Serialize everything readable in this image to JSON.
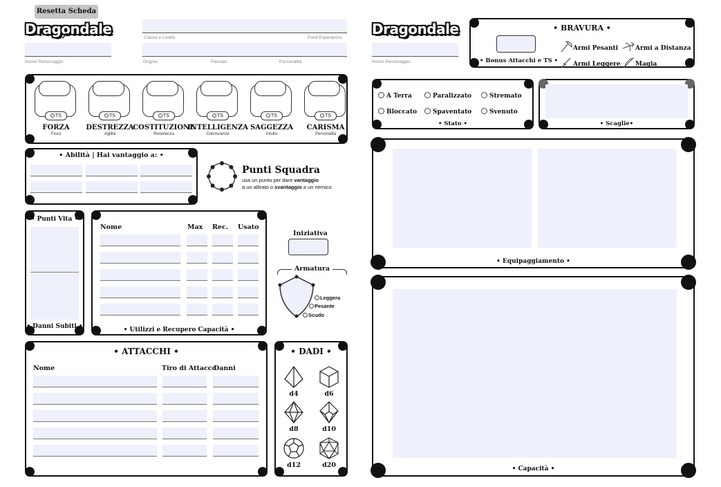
{
  "toolbar": {
    "reset_label": "Resetta Scheda"
  },
  "brand": {
    "logo_text": "Dragondale"
  },
  "header": {
    "char_name_label": "Nome Personaggio",
    "class_level_label": "Classe e Livello",
    "xp_label": "Punti Esperienza",
    "origin_label": "Origine",
    "past_label": "Passato",
    "personality_label": "Personalità"
  },
  "abilities": [
    {
      "name": "FORZA",
      "sub": "Fisco",
      "ts": "TS"
    },
    {
      "name": "DESTREZZA",
      "sub": "Agilità",
      "ts": "TS"
    },
    {
      "name": "COSTITUZIONE",
      "sub": "Resistenza",
      "ts": "TS"
    },
    {
      "name": "INTELLIGENZA",
      "sub": "Conoscenze",
      "ts": "TS"
    },
    {
      "name": "SAGGEZZA",
      "sub": "Intuito",
      "ts": "TS"
    },
    {
      "name": "CARISMA",
      "sub": "Personalità",
      "ts": "TS"
    }
  ],
  "skills": {
    "title": "• Abilità | Hai vantaggio a: •"
  },
  "team_points": {
    "title": "Punti Squadra",
    "line1_pre": "usa un punto per dare ",
    "line1_bold": "vantaggio",
    "line2_pre": "a un alleato o ",
    "line2_bold": "svantaggio",
    "line2_post": " a un nemico"
  },
  "hp": {
    "title": "• Punti Vita •",
    "damage_label": "• Danni Subiti •"
  },
  "usage": {
    "columns": [
      "Nome",
      "Max",
      "Rec.",
      "Usato"
    ],
    "footer": "• Utilizzi e Recupero Capacità •"
  },
  "initiative": {
    "label": "Iniziativa"
  },
  "armor": {
    "label": "Armatura",
    "options": [
      "Leggera",
      "Pesante",
      "Scudo"
    ]
  },
  "attacks": {
    "title": "• ATTACCHI •",
    "columns": [
      "Nome",
      "Tiro di Attacco",
      "Danni"
    ]
  },
  "dice": {
    "title": "• DADI •",
    "items": [
      "d4",
      "d6",
      "d8",
      "d10",
      "d12",
      "d20"
    ]
  },
  "bravura": {
    "title": "• BRAVURA •",
    "bonus_label": "• Bonus Attacchi e TS •",
    "weapons": [
      "Armi Pesanti",
      "Armi a Distanza",
      "Armi Leggere",
      "Magia"
    ]
  },
  "status": {
    "options": [
      "A Terra",
      "Paralizzato",
      "Stremato",
      "Bloccato",
      "Spaventato",
      "Svenuto"
    ],
    "label": "• Stato •"
  },
  "scales": {
    "label": "• Scaglie•"
  },
  "equipment": {
    "label": "• Equipaggiamento •"
  },
  "capacity": {
    "label": "• Capacità •"
  }
}
